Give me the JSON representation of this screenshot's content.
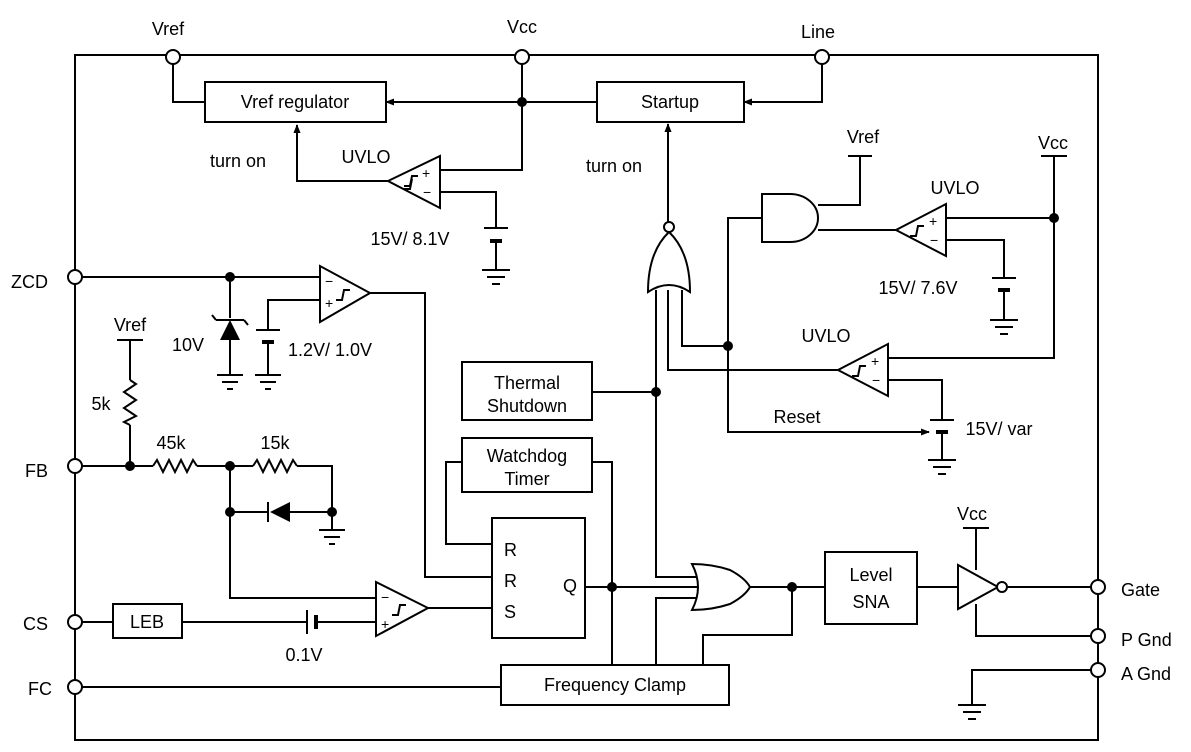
{
  "pins": {
    "vref": "Vref",
    "vcc": "Vcc",
    "line": "Line",
    "zcd": "ZCD",
    "fb": "FB",
    "cs": "CS",
    "fc": "FC",
    "gate": "Gate",
    "pgnd": "P Gnd",
    "agnd": "A Gnd"
  },
  "blocks": {
    "vref_regulator": "Vref regulator",
    "startup": "Startup",
    "thermal_1": "Thermal",
    "thermal_2": "Shutdown",
    "watchdog_1": "Watchdog",
    "watchdog_2": "Timer",
    "leb": "LEB",
    "frequency_clamp": "Frequency Clamp",
    "level_1": "Level",
    "level_2": "SNA"
  },
  "labels": {
    "turn_on_left": "turn on",
    "turn_on_mid": "turn on",
    "uvlo_1": "UVLO",
    "uvlo_1_thresholds": "15V/ 8.1V",
    "uvlo_2": "UVLO",
    "uvlo_2_thresholds": "15V/ 7.6V",
    "uvlo_3": "UVLO",
    "uvlo_3_thresholds": "15V/ var",
    "vref_and": "Vref",
    "vcc_right": "Vcc",
    "vcc_driver": "Vcc",
    "vref_fb": "Vref",
    "zener": "10V",
    "zcd_ref": "1.2V/ 1.0V",
    "r_5k": "5k",
    "r_45k": "45k",
    "r_15k": "15k",
    "cs_ref": "0.1V",
    "reset": "Reset",
    "ff_r1": "R",
    "ff_r2": "R",
    "ff_s": "S",
    "ff_q": "Q"
  }
}
